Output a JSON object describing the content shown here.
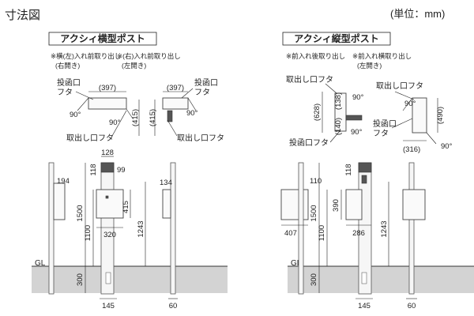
{
  "header": {
    "title": "寸法図",
    "unit": "(単位：mm)"
  },
  "ground_label": "GL",
  "left": {
    "title": "アクシィ横型ポスト",
    "note1": [
      "※横(左)入れ前取り出し",
      "(右開き)"
    ],
    "note2": [
      "※(右)入れ前取り出し",
      "(左開き)"
    ],
    "top1": {
      "width": "(397)",
      "depth": "(415)",
      "angle1": "90°",
      "angle2": "90°"
    },
    "top2": {
      "width": "(397)",
      "depth": "(415)",
      "angle": "90°"
    },
    "callout_slot": [
      "投函口",
      "フタ"
    ],
    "callout_slot2": [
      "投函口",
      "フタ"
    ],
    "callout_door": "取出し口フタ",
    "callout_door2": "取出し口フタ",
    "dims": {
      "side_w": "194",
      "top_w": "128",
      "top_h": "118",
      "slot": "99",
      "h1500": "1500",
      "h1100": "1100",
      "box_h": "415",
      "h1243": "1243",
      "box_w": "320",
      "bury": "300",
      "base_w": "145",
      "post_w": "60",
      "side_depth": "134"
    }
  },
  "right": {
    "title": "アクシィ縦型ポスト",
    "note1": "※前入れ後取り出し",
    "note2": [
      "※前入れ横取り出し",
      "(左開き)"
    ],
    "callout_door": "取出し口フタ",
    "callout_slot": "投函口フタ",
    "callout_door2": "取出し口フタ",
    "callout_slot2": [
      "投函口",
      "フタ"
    ],
    "top1": {
      "h628": "(628)",
      "d138": "(138)",
      "d140": "(140)",
      "a1": "90°",
      "a2": "90°"
    },
    "top2": {
      "h490": "(490)",
      "w316": "(316)",
      "a1": "90°",
      "a2": "90°"
    },
    "dims": {
      "side_w": "110",
      "top_w": "118",
      "box_w": "407",
      "h1500": "1500",
      "h1100": "1100",
      "box_h": "390",
      "box_d": "286",
      "h1243": "1243",
      "bury": "300",
      "base_w": "145",
      "post_w": "60"
    }
  }
}
